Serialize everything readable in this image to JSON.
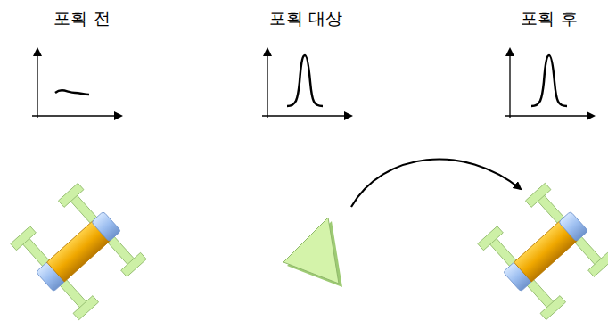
{
  "diagram": {
    "labels": [
      "포획 전",
      "포획 대상",
      "포획 후"
    ]
  }
}
